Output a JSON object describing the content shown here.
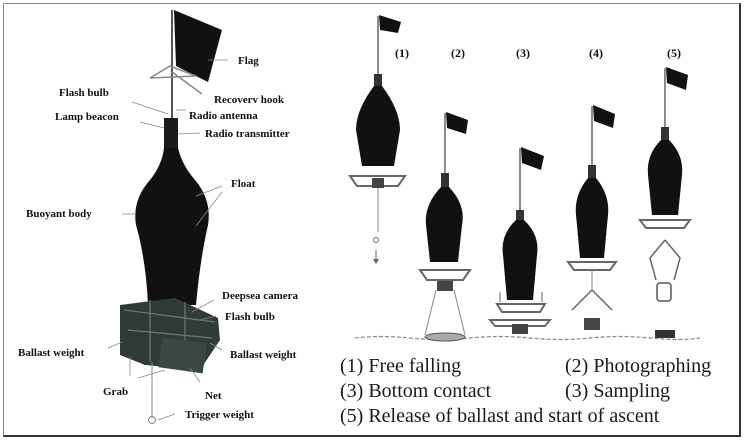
{
  "left_diagram": {
    "labels": {
      "flag": "Flag",
      "flash_bulb_top": "Flash bulb",
      "recovery_hook": "Recoverv hook",
      "lamp_beacon": "Lamp beacon",
      "radio_antenna": "Radio antenna",
      "radio_transmitter": "Radio transmitter",
      "float": "Float",
      "buoyant_body": "Buoyant body",
      "deepsea_camera": "Deepsea camera",
      "flash_bulb_bottom": "Flash bulb",
      "ballast_weight_left": "Ballast weight",
      "ballast_weight_right": "Ballast weight",
      "grab": "Grab",
      "net": "Net",
      "trigger_weight": "Trigger weight"
    }
  },
  "right_diagram": {
    "stages": [
      "(1)",
      "(2)",
      "(3)",
      "(4)",
      "(5)"
    ],
    "captions": {
      "c1": "(1) Free falling",
      "c2": "(2) Photographing",
      "c3": "(3) Bottom contact",
      "c4": "(3) Sampling",
      "c5": "(5) Release of ballast and start of ascent"
    }
  },
  "colors": {
    "body": "#111111",
    "frame": "#3a4a44",
    "line": "#777777"
  }
}
